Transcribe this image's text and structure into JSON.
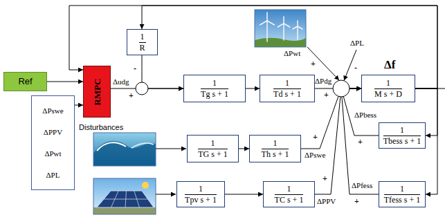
{
  "diagram": {
    "nodes": [
      {
        "text": [
          "Ref"
        ]
      },
      {
        "text": [
          "RMPC"
        ]
      },
      {
        "text": [
          "1",
          "R"
        ]
      },
      {
        "text": [
          "Disturbances",
          "ΔPswe",
          "ΔPPV",
          "ΔPwt",
          "ΔPL"
        ]
      },
      {
        "text": [
          "1",
          "Tg s + 1"
        ]
      },
      {
        "text": [
          "1",
          "Td s + 1"
        ]
      },
      {
        "text": [
          "1",
          "M s + D"
        ]
      },
      {
        "text": [
          "1",
          "TG s + 1"
        ]
      },
      {
        "text": [
          "1",
          "Th s + 1"
        ]
      },
      {
        "text": [
          "1",
          "Tpv s + 1"
        ]
      },
      {
        "text": [
          "1",
          "TC s + 1"
        ]
      },
      {
        "text": [
          "1",
          "Tbess s + 1"
        ]
      },
      {
        "text": [
          "1",
          "Tfess s + 1"
        ]
      }
    ],
    "edges": [
      {
        "from": 0,
        "to": 1,
        "arrow": "to"
      },
      {
        "from": 3,
        "to": 1,
        "arrow": "to"
      },
      {
        "from": 1,
        "to": 4,
        "label": "Δudg",
        "arrow": "to"
      },
      {
        "from": 2,
        "to": 4,
        "arrow": "to"
      },
      {
        "from": 4,
        "to": 5,
        "arrow": "to"
      },
      {
        "from": 5,
        "to": 6,
        "label": "ΔPdg",
        "arrow": "to"
      },
      {
        "from": 7,
        "to": 8,
        "arrow": "to"
      },
      {
        "from": 8,
        "to": 6,
        "label": "ΔPswe",
        "arrow": "to"
      },
      {
        "from": 9,
        "to": 10,
        "arrow": "to"
      },
      {
        "from": 10,
        "to": 6,
        "label": "ΔPPV",
        "arrow": "to"
      },
      {
        "from": 11,
        "to": 6,
        "label": "ΔPbess",
        "arrow": "to"
      },
      {
        "from": 12,
        "to": 6,
        "label": "ΔPfess",
        "arrow": "to"
      },
      {
        "from": 6,
        "to": 2,
        "arrow": "to"
      },
      {
        "from": 6,
        "to": 1,
        "arrow": "to"
      },
      {
        "from": 6,
        "to": 11,
        "arrow": "to"
      },
      {
        "from": 6,
        "to": 12,
        "arrow": "to"
      }
    ],
    "labels": [
      "-",
      "+",
      "+",
      "ΔPwt",
      "ΔPL",
      "+",
      "-",
      "Δf",
      "+",
      "+",
      "+",
      "+"
    ]
  }
}
